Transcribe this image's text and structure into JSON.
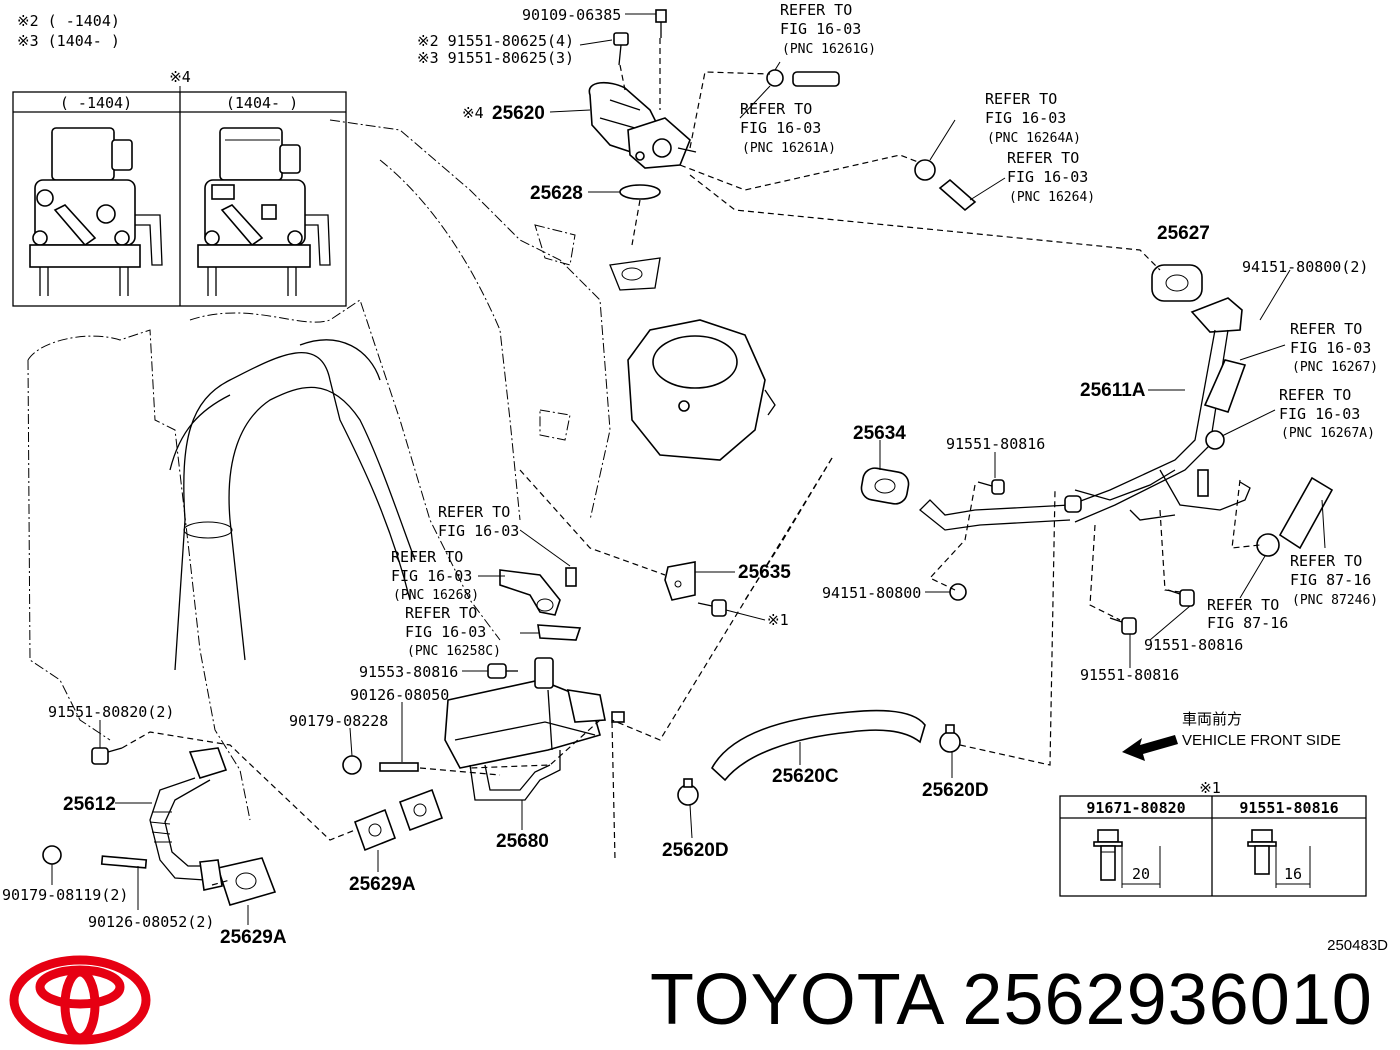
{
  "header_notes": [
    "※2 (      -1404)",
    "※3 (1404-      )"
  ],
  "inset": {
    "mark": "※4",
    "left_label": "(     -1404)",
    "right_label": "(1404-      )"
  },
  "callouts": {
    "c90109": "90109-06385",
    "c2": "※2 91551-80625(4)",
    "c3": "※3 91551-80625(3)",
    "c4mark": "※4",
    "c25620": "25620",
    "c25628": "25628",
    "r1a": "REFER TO",
    "r1b": "FIG 16-03",
    "r1c": "(PNC 16261G)",
    "r2a": "REFER TO",
    "r2b": "FIG 16-03",
    "r2c": "(PNC 16261A)",
    "r3a": "REFER TO",
    "r3b": "FIG 16-03",
    "r3c": "(PNC 16264A)",
    "r4a": "REFER TO",
    "r4b": "FIG 16-03",
    "r4c": "(PNC 16264)",
    "c25627": "25627",
    "c94151a": "94151-80800(2)",
    "r5a": "REFER TO",
    "r5b": "FIG 16-03",
    "r5c": "(PNC 16267)",
    "c25611A": "25611A",
    "r6a": "REFER TO",
    "r6b": "FIG 16-03",
    "r6c": "(PNC 16267A)",
    "c25634": "25634",
    "c91551_80816a": "91551-80816",
    "r7a": "REFER TO",
    "r7b": "FIG 16-03",
    "r8a": "REFER TO",
    "r8b": "FIG 16-03",
    "r8c": "(PNC 16268)",
    "c25635": "25635",
    "c94151b": "94151-80800",
    "mark1": "※1",
    "r9a": "REFER TO",
    "r9b": "FIG 16-03",
    "r9c": "(PNC 16258C)",
    "c91553": "91553-80816",
    "c90126a": "90126-08050",
    "c91551_80820": "91551-80820(2)",
    "c90179a": "90179-08228",
    "r10a": "REFER TO",
    "r10b": "FIG 87-16",
    "r10c": "(PNC 87246)",
    "r11a": "REFER TO",
    "r11b": "FIG 87-16",
    "c91551_80816b": "91551-80816",
    "c91551_80816c": "91551-80816",
    "front_jp": "車両前方",
    "front_en": "VEHICLE FRONT SIDE",
    "c25612": "25612",
    "c25620C": "25620C",
    "c25620D_a": "25620D",
    "c25620D_b": "25620D",
    "c25680": "25680",
    "c25629A_a": "25629A",
    "c25629A_b": "25629A",
    "c90179b": "90179-08119(2)",
    "c90126b": "90126-08052(2)"
  },
  "bolt_table": {
    "mark": "※1",
    "col1": "91671-80820",
    "col2": "91551-80816",
    "len1": "20",
    "len2": "16"
  },
  "figure_code": "250483D",
  "brand": "TOYOTA",
  "part_number": "2562936010",
  "colors": {
    "logo": "#e60012",
    "ink": "#000000"
  }
}
